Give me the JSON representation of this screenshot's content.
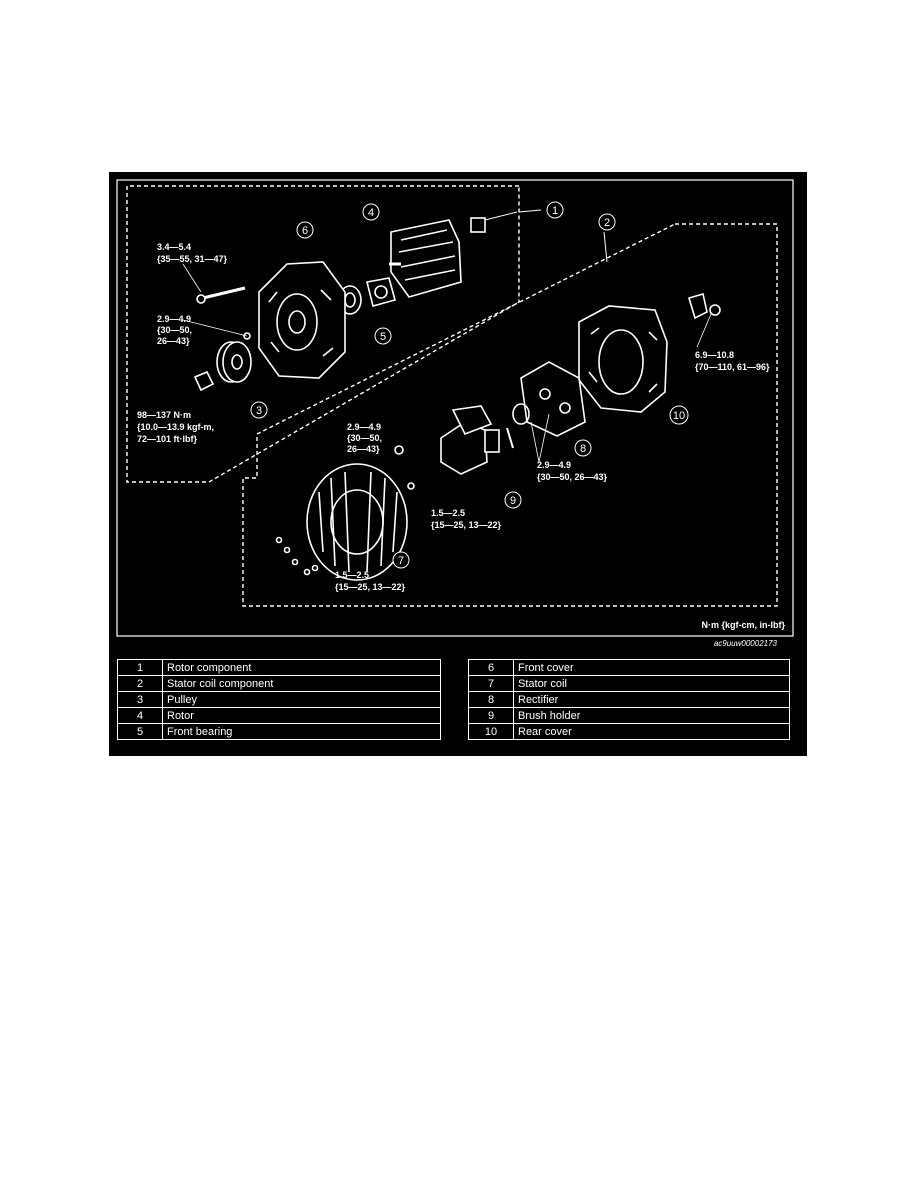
{
  "figure": {
    "units_note": "N·m {kgf-cm, in-lbf}",
    "image_code": "ac9uuw00002173",
    "callouts": [
      "1",
      "2",
      "3",
      "4",
      "5",
      "6",
      "7",
      "8",
      "9",
      "10"
    ],
    "torque_labels": {
      "bolt_front_cover": [
        "3.4—5.4",
        "{35—55, 31—47}"
      ],
      "screw_front_cover": [
        "2.9—4.9",
        "{30—50,",
        "26—43}"
      ],
      "pulley_nut": [
        "98—137 N·m",
        "{10.0—13.9 kgf-m,",
        "72—101 ft·lbf}"
      ],
      "terminal_nut": [
        "6.9—10.8",
        "{70—110, 61—96}"
      ],
      "brush_screw": [
        "2.9—4.9",
        "{30—50,",
        "26—43}"
      ],
      "rectifier_screw": [
        "2.9—4.9",
        "{30—50, 26—43}"
      ],
      "brush_small_screw": [
        "1.5—2.5",
        "{15—25, 13—22}"
      ],
      "stator_screw": [
        "1.5—2.5",
        "{15—25, 13—22}"
      ]
    }
  },
  "legend": {
    "left": [
      {
        "num": "1",
        "name": "Rotor component"
      },
      {
        "num": "2",
        "name": "Stator coil component"
      },
      {
        "num": "3",
        "name": "Pulley"
      },
      {
        "num": "4",
        "name": "Rotor"
      },
      {
        "num": "5",
        "name": "Front bearing"
      }
    ],
    "right": [
      {
        "num": "6",
        "name": "Front cover"
      },
      {
        "num": "7",
        "name": "Stator coil"
      },
      {
        "num": "8",
        "name": "Rectifier"
      },
      {
        "num": "9",
        "name": "Brush holder"
      },
      {
        "num": "10",
        "name": "Rear cover"
      }
    ]
  }
}
